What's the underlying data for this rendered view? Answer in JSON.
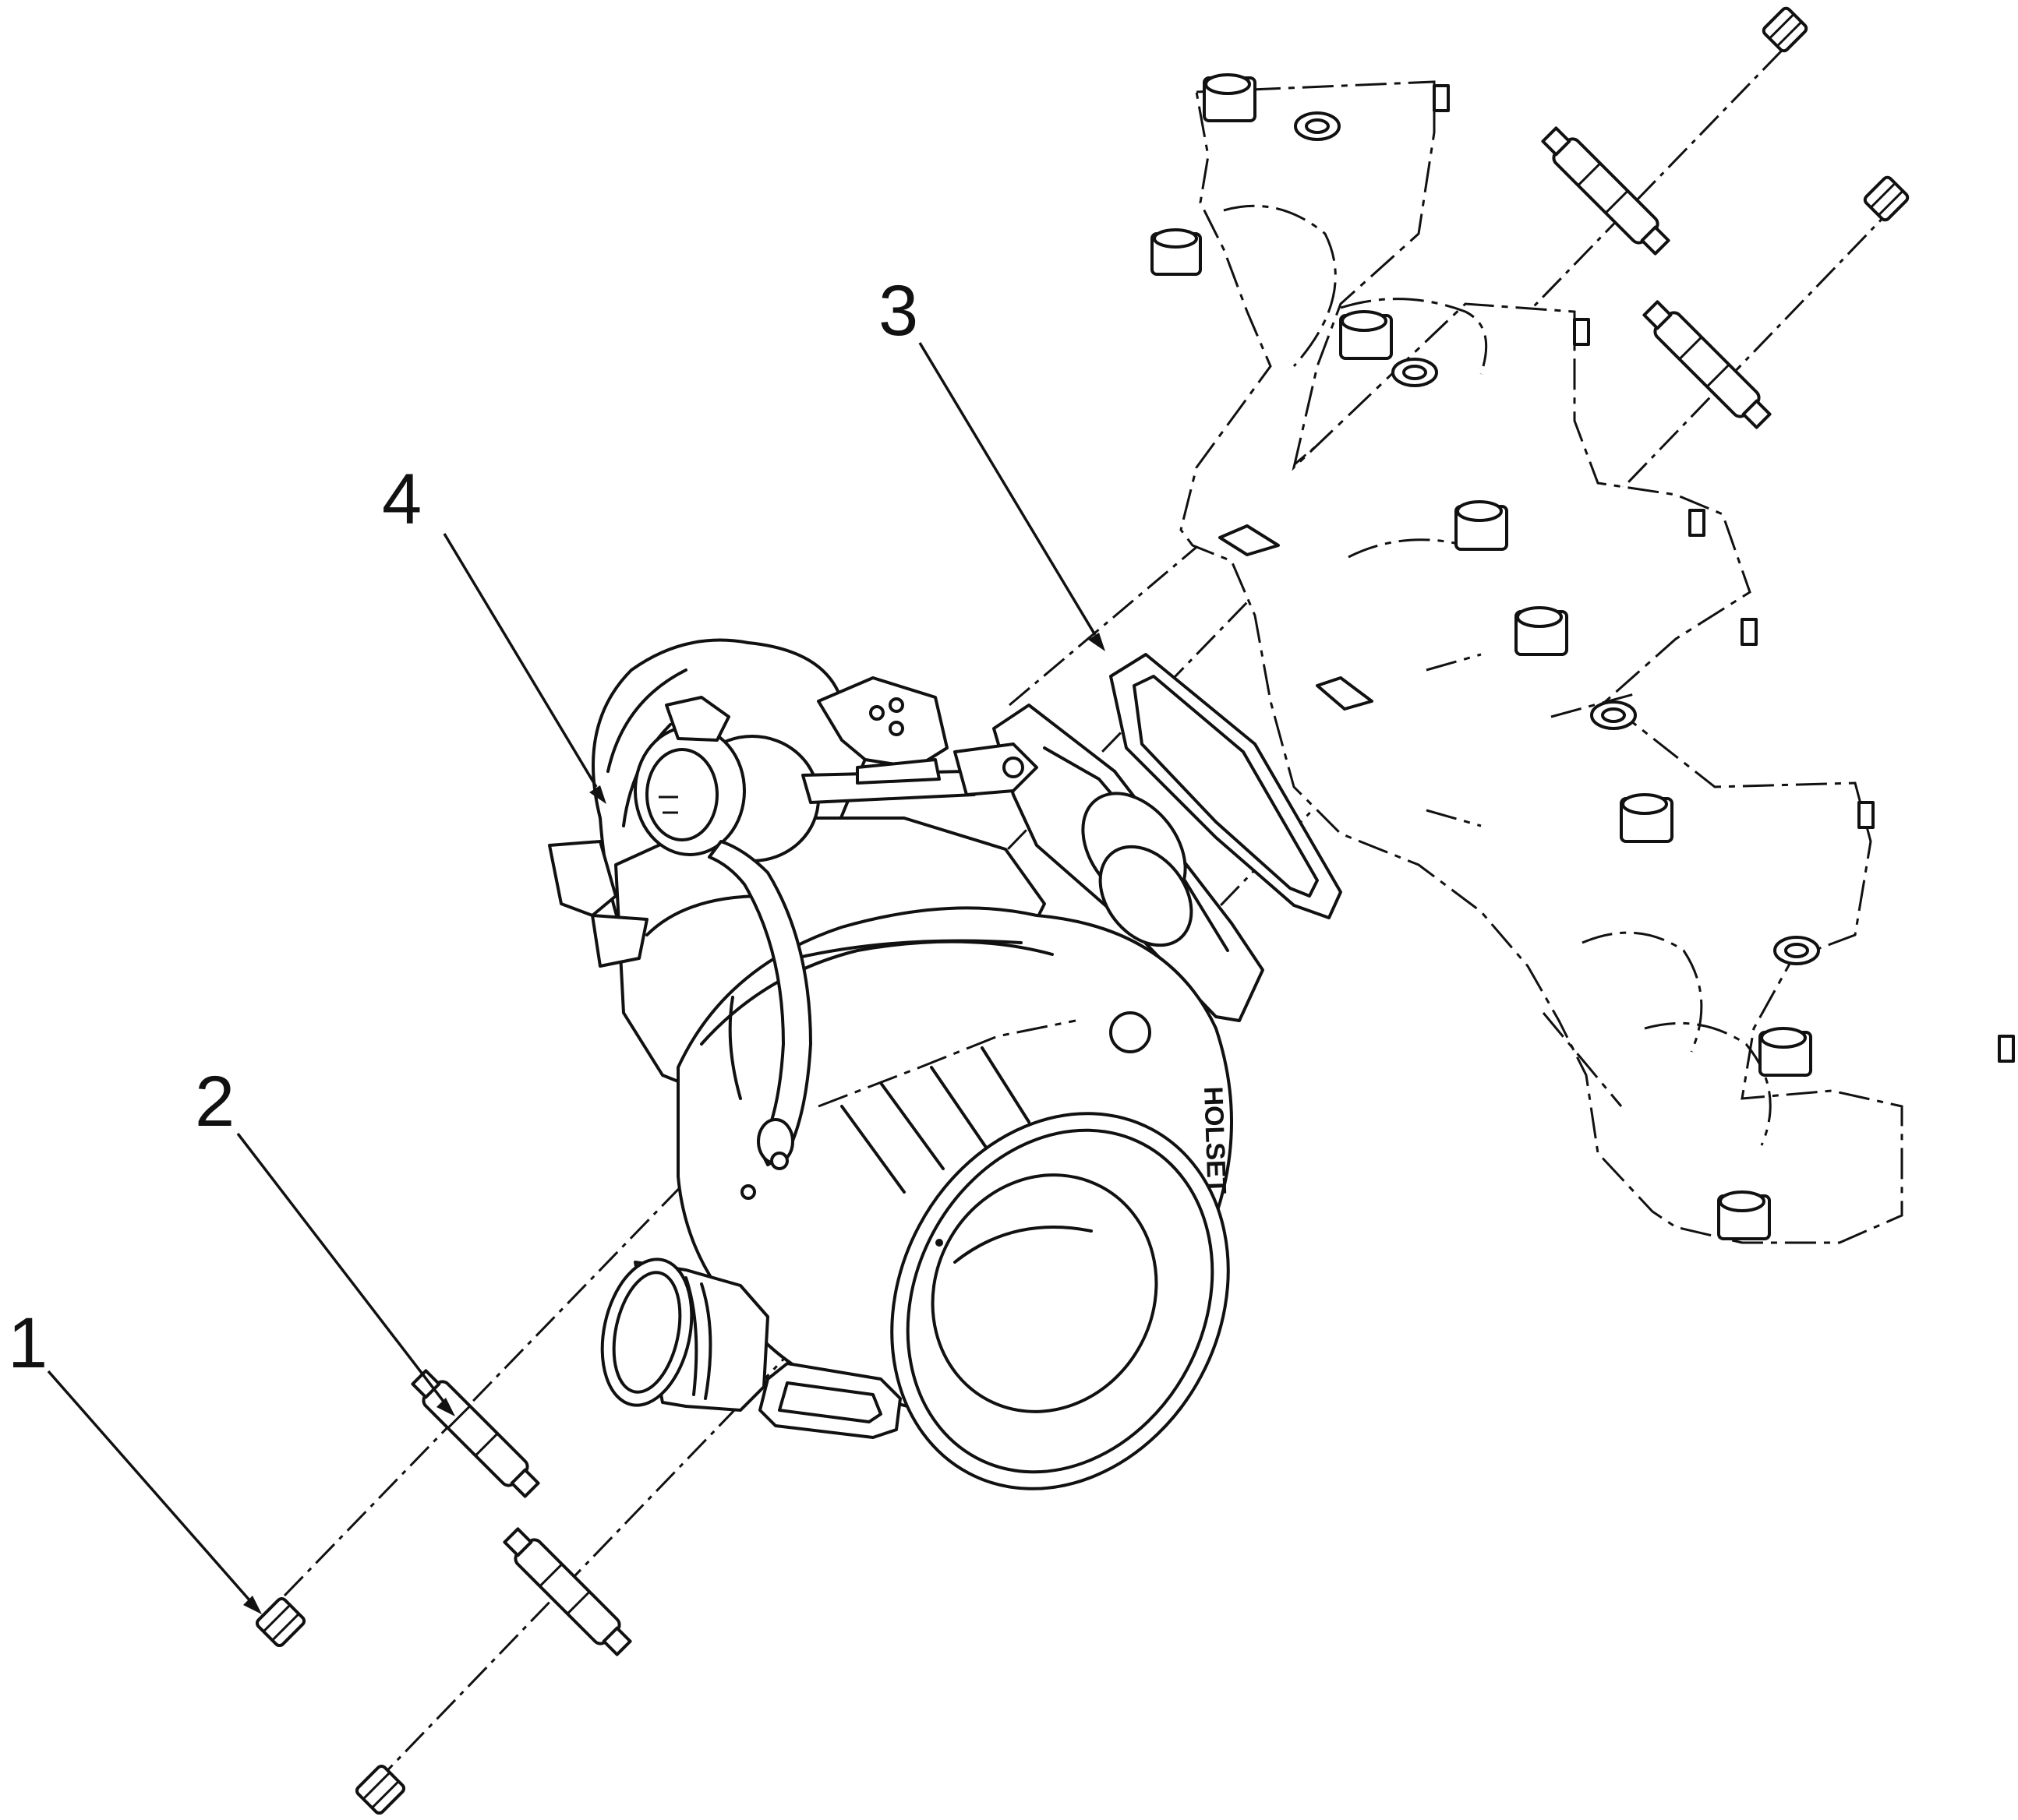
{
  "callouts": [
    {
      "id": "1",
      "label": "1"
    },
    {
      "id": "2",
      "label": "2"
    },
    {
      "id": "3",
      "label": "3"
    },
    {
      "id": "4",
      "label": "4"
    }
  ],
  "turbo_housing_marking": "HOLSET"
}
